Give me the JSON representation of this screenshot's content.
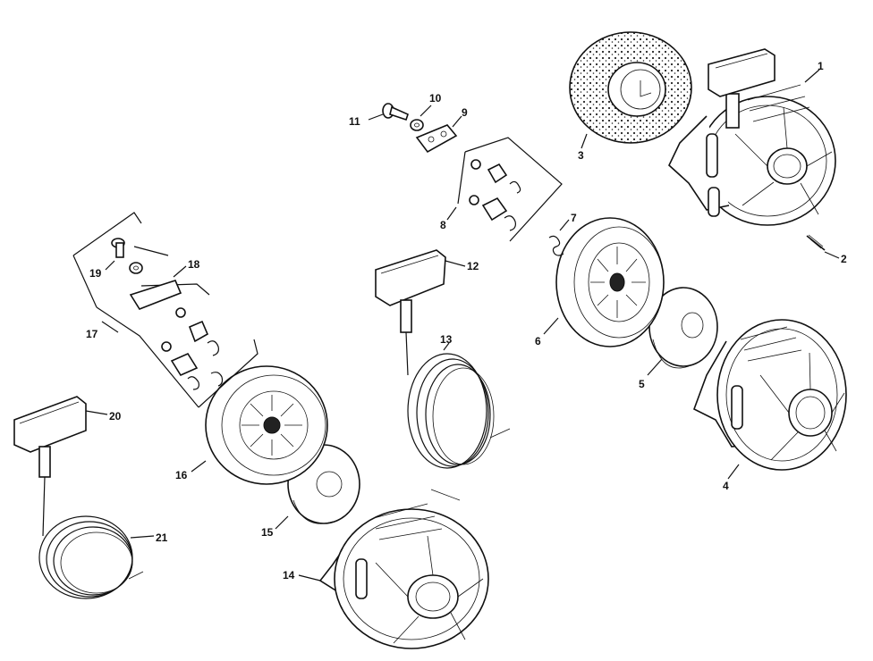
{
  "callouts": {
    "c1": "1",
    "c2": "2",
    "c3": "3",
    "c4": "4",
    "c5": "5",
    "c6": "6",
    "c7": "7",
    "c8": "8",
    "c9": "9",
    "c10": "10",
    "c11": "11",
    "c12": "12",
    "c13": "13",
    "c14": "14",
    "c15": "15",
    "c16": "16",
    "c17": "17",
    "c18": "18",
    "c19": "19",
    "c20": "20",
    "c21": "21"
  },
  "colors": {
    "ink": "#111111",
    "paper": "#ffffff"
  }
}
